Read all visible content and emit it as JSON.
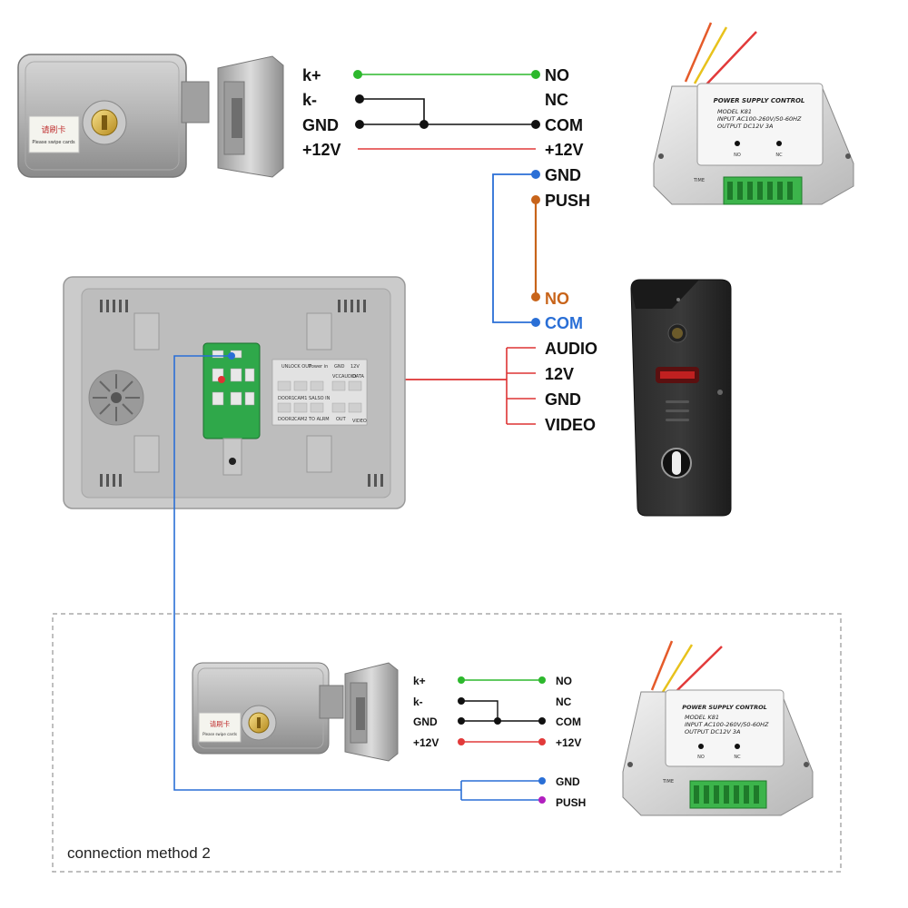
{
  "top_lock": {
    "chinese_label": "请刷卡",
    "english_label": "Please swipe cards",
    "terminals": [
      "k+",
      "k-",
      "GND",
      "+12V"
    ]
  },
  "top_power_supply": {
    "title": "POWER SUPPLY CONTROL",
    "model": "MODEL K81",
    "input": "INPUT AC100-260V/50-60HZ",
    "output": "OUTPUT DC12V 3A",
    "no_label": "NO",
    "nc_label": "NC",
    "time_label": "TIME",
    "terminals": [
      "NO",
      "NC",
      "COM",
      "+12V",
      "GND",
      "PUSH"
    ]
  },
  "door_camera": {
    "terminals": [
      "NO",
      "COM",
      "AUDIO",
      "12V",
      "GND",
      "VIDEO"
    ]
  },
  "monitor_back": {
    "port_labels": [
      "UNLOCK OUT",
      "Power in",
      "GND",
      "12V",
      "VCC",
      "AUDIO",
      "DATA",
      "VIDEO",
      "DOOR1",
      "CAM1",
      "SALSO IN",
      "DOOR2",
      "CAM2",
      "TO ALRM",
      "OUT"
    ]
  },
  "method2": {
    "caption": "connection method 2",
    "lock_terminals": [
      "k+",
      "k-",
      "GND",
      "+12V"
    ],
    "psu_terminals": [
      "NO",
      "NC",
      "COM",
      "+12V",
      "GND",
      "PUSH"
    ],
    "psu_title": "POWER SUPPLY CONTROL",
    "psu_model": "MODEL K81",
    "psu_input": "INPUT AC100-260V/50-60HZ",
    "psu_output": "OUTPUT DC12V 3A",
    "no_label": "NO",
    "nc_label": "NC",
    "chinese_label": "请刷卡",
    "english_label": "Please swipe cards",
    "time_label": "TIME"
  },
  "colors": {
    "green": "#2db82d",
    "red": "#e23a3a",
    "blue": "#2a6fd6",
    "orange": "#c8641a",
    "purple": "#b21fbf",
    "black": "#111111"
  }
}
